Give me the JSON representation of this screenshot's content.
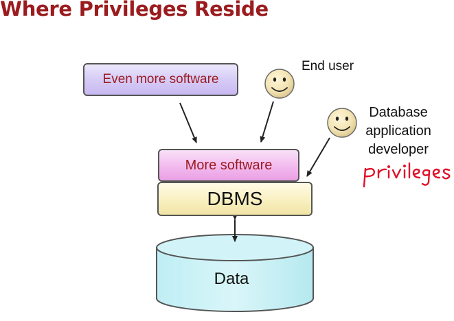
{
  "slide": {
    "title": "Where Privileges Reside"
  },
  "boxes": {
    "even_more_software": "Even more software",
    "more_software": "More software",
    "dbms": "DBMS"
  },
  "database": {
    "label": "Data"
  },
  "actors": {
    "end_user": "End user",
    "developer_line1": "Database",
    "developer_line2": "application",
    "developer_line3": "developer"
  },
  "annotation": {
    "handwritten": "privileges",
    "color": "#e0102a"
  },
  "icons": {
    "end_user": "smiley-face-icon",
    "developer": "smiley-face-icon"
  }
}
